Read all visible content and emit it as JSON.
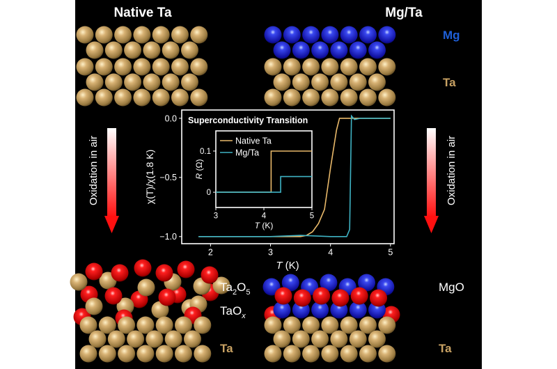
{
  "panels": {
    "left_title": "Native Ta",
    "right_title": "Mg/Ta",
    "label_mg": "Mg",
    "label_ta_top": "Ta",
    "label_ta2o5_main": "Ta",
    "label_ta2o5_sub1": "2",
    "label_ta2o5_o": "O",
    "label_ta2o5_sub2": "5",
    "label_taox_main": "TaO",
    "label_taox_sub": "x",
    "label_ta_bottom_left": "Ta",
    "label_mgo": "MgO",
    "label_ta_bottom_right": "Ta",
    "arrow_left_text": "Oxidation in air",
    "arrow_right_text": "Oxidation in air"
  },
  "colors": {
    "ta": "#c9a263",
    "mg": "#1d22d8",
    "o": "#e01010",
    "native_ta_line": "#e9b96a",
    "mg_ta_line": "#3fb3c4"
  },
  "chart_data": [
    {
      "type": "line",
      "title": "Superconductivity Transition",
      "xlabel_italic": "T",
      "xlabel_unit": " (K)",
      "ylabel": "χ(T)/χ(1.8 K)",
      "xlim": [
        1.52,
        5.06
      ],
      "ylim": [
        -1.06,
        0.07
      ],
      "xticks": [
        "2",
        "3",
        "4",
        "5"
      ],
      "yticks": [
        "0.0",
        "-0.5",
        "-1.0"
      ],
      "series": [
        {
          "name": "Native Ta",
          "x": [
            1.8,
            2.5,
            3.0,
            3.5,
            3.6,
            3.7,
            3.8,
            3.9,
            4.0,
            4.1,
            4.15,
            4.3,
            4.5,
            5.0
          ],
          "y": [
            -1.0,
            -1.0,
            -1.0,
            -1.0,
            -0.99,
            -0.96,
            -0.89,
            -0.77,
            -0.42,
            -0.1,
            0.0,
            0.0,
            0.0,
            0.0
          ]
        },
        {
          "name": "Mg/Ta",
          "x": [
            1.8,
            2.5,
            3.0,
            3.5,
            4.0,
            4.27,
            4.32,
            4.35,
            4.4,
            4.5,
            5.0
          ],
          "y": [
            -1.0,
            -1.0,
            -1.0,
            -0.99,
            -1.0,
            -1.0,
            -0.94,
            0.02,
            -0.01,
            0.0,
            0.0
          ]
        }
      ]
    },
    {
      "type": "line",
      "xlabel_italic": "T",
      "xlabel_unit": " (K)",
      "ylabel_italic": "R",
      "ylabel_unit": " (Ω)",
      "xlim": [
        3,
        5
      ],
      "ylim": [
        -0.037,
        0.149
      ],
      "xticks": [
        "3",
        "4",
        "5"
      ],
      "yticks": [
        "0.1",
        "0"
      ],
      "legend": "top-left",
      "series": [
        {
          "name": "Native Ta",
          "x": [
            3.0,
            4.15,
            4.15,
            5.0
          ],
          "y": [
            0,
            0,
            0.1,
            0.1
          ]
        },
        {
          "name": "Mg/Ta",
          "x": [
            3.0,
            4.35,
            4.35,
            5.0
          ],
          "y": [
            0,
            0,
            0.038,
            0.038
          ]
        }
      ]
    }
  ]
}
